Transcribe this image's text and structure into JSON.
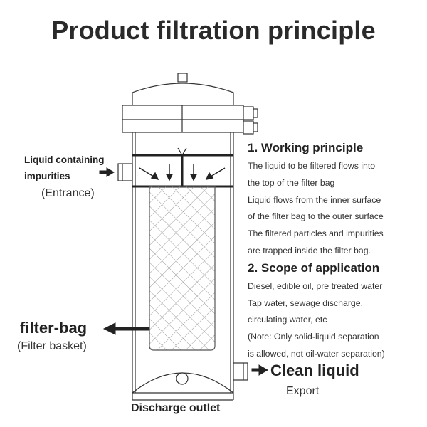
{
  "title": "Product filtration principle",
  "labels": {
    "inlet_line1": "Liquid containing",
    "inlet_line2": "impurities",
    "inlet_sub": "(Entrance)",
    "bag": "filter-bag",
    "bag_sub": "(Filter basket)",
    "clean": "Clean liquid",
    "clean_sub": "Export",
    "discharge": "Discharge outlet"
  },
  "working": {
    "heading": "1. Working principle",
    "lines": [
      "The liquid to be filtered flows into",
      "the top of the filter bag",
      "Liquid flows from the inner surface",
      "of the filter bag to the outer surface",
      "The filtered particles and impurities",
      "are trapped inside the filter bag."
    ]
  },
  "scope": {
    "heading": "2. Scope of application",
    "lines": [
      "Diesel, edible oil, pre treated water",
      "Tap water, sewage discharge,",
      "circulating water, etc",
      "(Note: Only solid-liquid separation",
      "is allowed, not oil-water separation)"
    ]
  },
  "icons": {
    "inlet_arrow": "arrow-right-icon",
    "bag_arrow": "arrow-left-icon",
    "clean_arrow": "arrow-right-icon"
  },
  "colors": {
    "line": "#333333",
    "text": "#222222",
    "mesh": "#9a9a9a"
  }
}
